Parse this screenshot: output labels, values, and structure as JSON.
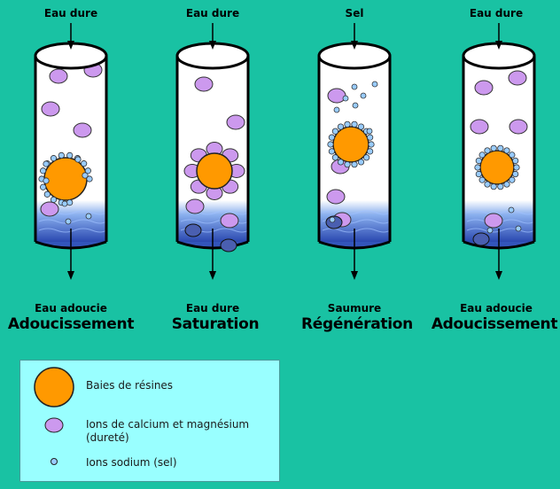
{
  "colors": {
    "background": "#19c2a3",
    "resin": "#ff9900",
    "calcium_ion": "#cc99ee",
    "sodium_ion": "#99ccff",
    "water": "#3355bb",
    "legend_bg": "#99ffff"
  },
  "columns": [
    {
      "input": "Eau dure",
      "output": "Eau adoucie",
      "stage": "Adoucissement"
    },
    {
      "input": "Eau dure",
      "output": "Eau dure",
      "stage": "Saturation"
    },
    {
      "input": "Sel",
      "output": "Saumure",
      "stage": "Régénération"
    },
    {
      "input": "Eau dure",
      "output": "Eau adoucie",
      "stage": "Adoucissement"
    }
  ],
  "legend": {
    "resin": "Baies de résines",
    "calcium_line1": "Ions de calcium et magnésium",
    "calcium_line2": "(dureté)",
    "sodium": "Ions sodium (sel)"
  }
}
